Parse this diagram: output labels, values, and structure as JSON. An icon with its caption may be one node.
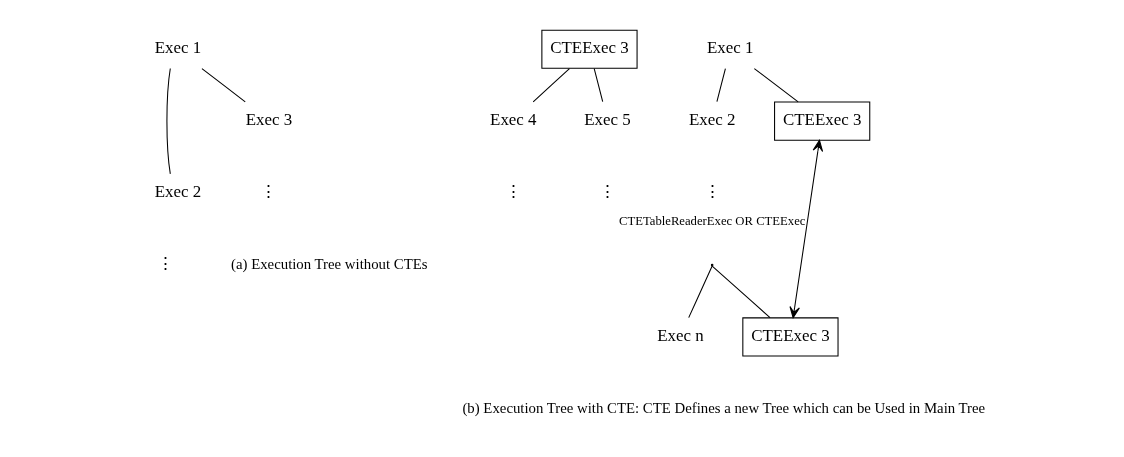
{
  "diagram": {
    "nodes": [
      {
        "text": [
          "Exec 1"
        ]
      },
      {
        "text": [
          "Exec 2"
        ]
      },
      {
        "text": [
          "Exec 3"
        ]
      },
      {
        "text": [
          "Exec 1"
        ]
      },
      {
        "text": [
          "Exec 2"
        ]
      },
      {
        "text": [
          "CTEExec 3"
        ]
      },
      {
        "text": [
          "CTEExec 3"
        ]
      },
      {
        "text": [
          "Exec 4"
        ]
      },
      {
        "text": [
          "Exec 5"
        ]
      },
      {
        "text": [],
        "shape": "point"
      },
      {
        "text": [
          "Exec n"
        ]
      },
      {
        "text": [
          "CTEExec 3"
        ]
      }
    ],
    "edges": [
      {
        "from": 0,
        "to": 1,
        "arrow": "none"
      },
      {
        "from": 0,
        "to": 2,
        "arrow": "none"
      },
      {
        "from": 3,
        "to": 4,
        "arrow": "none"
      },
      {
        "from": 3,
        "to": 5,
        "arrow": "none"
      },
      {
        "from": 6,
        "to": 7,
        "arrow": "none"
      },
      {
        "from": 6,
        "to": 8,
        "arrow": "none"
      },
      {
        "from": 9,
        "to": 10,
        "arrow": "none"
      },
      {
        "from": 9,
        "to": 11,
        "arrow": "none"
      },
      {
        "from": 11,
        "to": 5,
        "arrow": "both",
        "label": "CTETableReaderExec OR CTEExec"
      }
    ],
    "labels": [
      "⋮",
      "⋮",
      "⋮",
      "⋮",
      "⋮",
      "(a) Execution Tree without CTEs",
      "(b) Execution Tree with CTE: CTE Defines a new Tree which can be Used in Main Tree"
    ]
  }
}
